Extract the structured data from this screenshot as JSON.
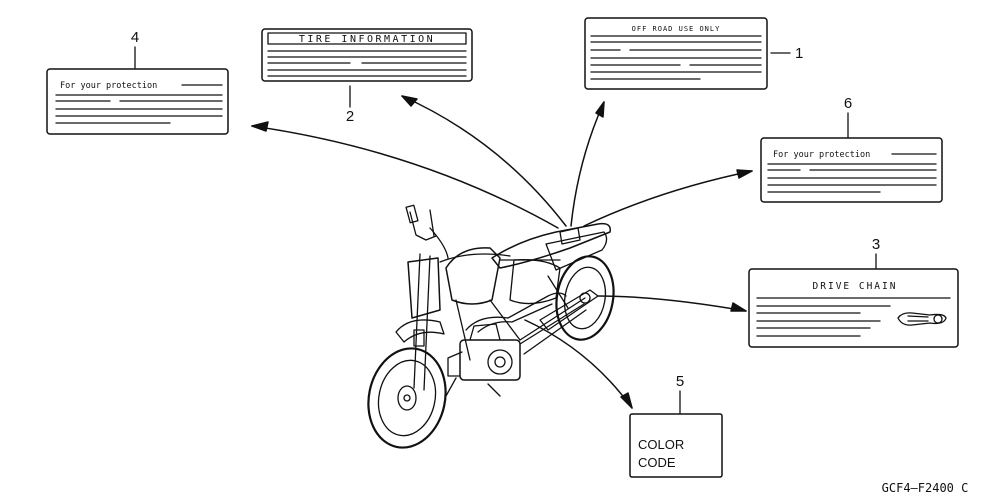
{
  "labels": {
    "tire": {
      "number": "2",
      "title": "TIRE INFORMATION"
    },
    "off_road": {
      "number": "1",
      "title": "OFF ROAD USE ONLY"
    },
    "protection_left": {
      "number": "4",
      "title": "For your protection"
    },
    "protection_right": {
      "number": "6",
      "title": "For your protection"
    },
    "drive_chain": {
      "number": "3",
      "title": "DRIVE CHAIN"
    },
    "color_code": {
      "number": "5",
      "line1": "COLOR",
      "line2": "CODE"
    }
  },
  "diagram_code": "GCF4—F2400 C",
  "icons": {
    "motorcycle": "dirt-bike-illustration",
    "chain_tool": "chain-adjuster-icon"
  }
}
